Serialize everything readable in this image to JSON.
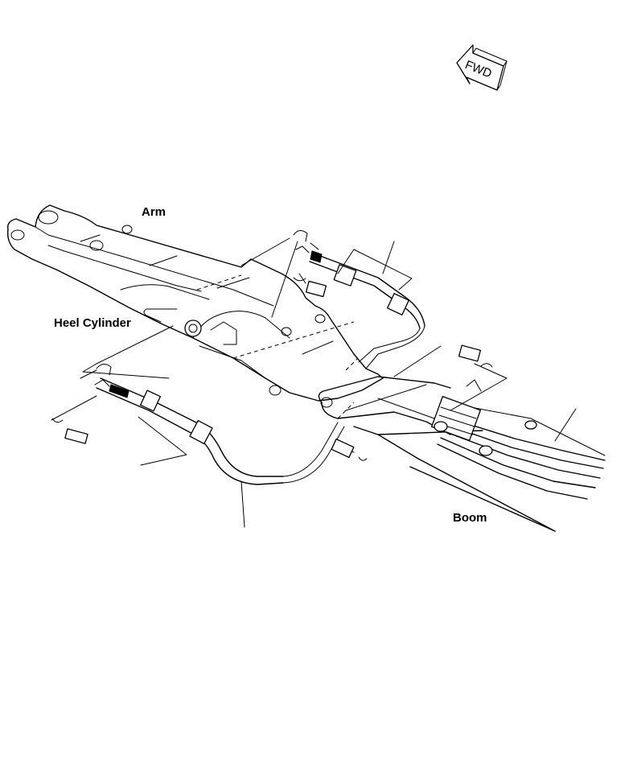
{
  "labels": {
    "arm": "Arm",
    "heel_cylinder": "Heel Cylinder",
    "boom": "Boom",
    "fwd": "FWD"
  }
}
